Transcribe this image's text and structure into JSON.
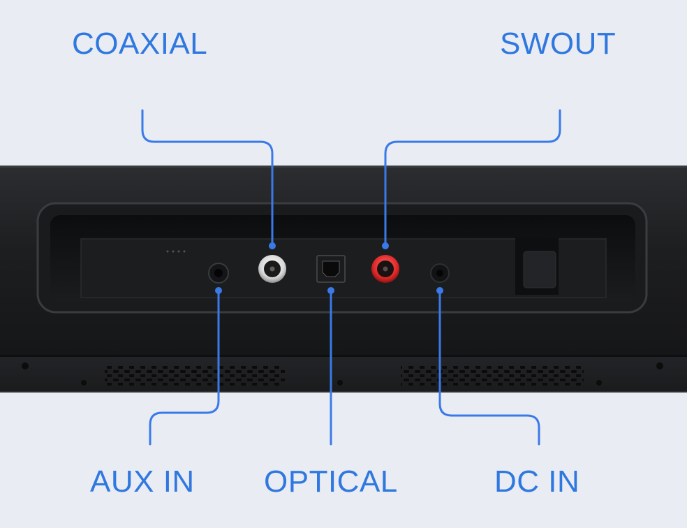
{
  "labels": {
    "coaxial": "COAXIAL",
    "swout": "SWOUT",
    "aux_in": "AUX IN",
    "optical": "OPTICAL",
    "dc_in": "DC IN"
  },
  "colors": {
    "background": "#e9ecf3",
    "label_text": "#2f78e0",
    "callout_line": "#3a7ae8",
    "device_body": "#1f2022",
    "panel_recess": "#101112",
    "coaxial_jack_ring": "#e8e8e8",
    "swout_jack_ring": "#e23a3a"
  },
  "icons": {
    "aux_jack": "3.5mm-jack-icon",
    "coaxial_jack": "rca-jack-white-icon",
    "optical_port": "toslink-port-icon",
    "swout_jack": "rca-jack-red-icon",
    "dc_jack": "dc-barrel-jack-icon"
  }
}
